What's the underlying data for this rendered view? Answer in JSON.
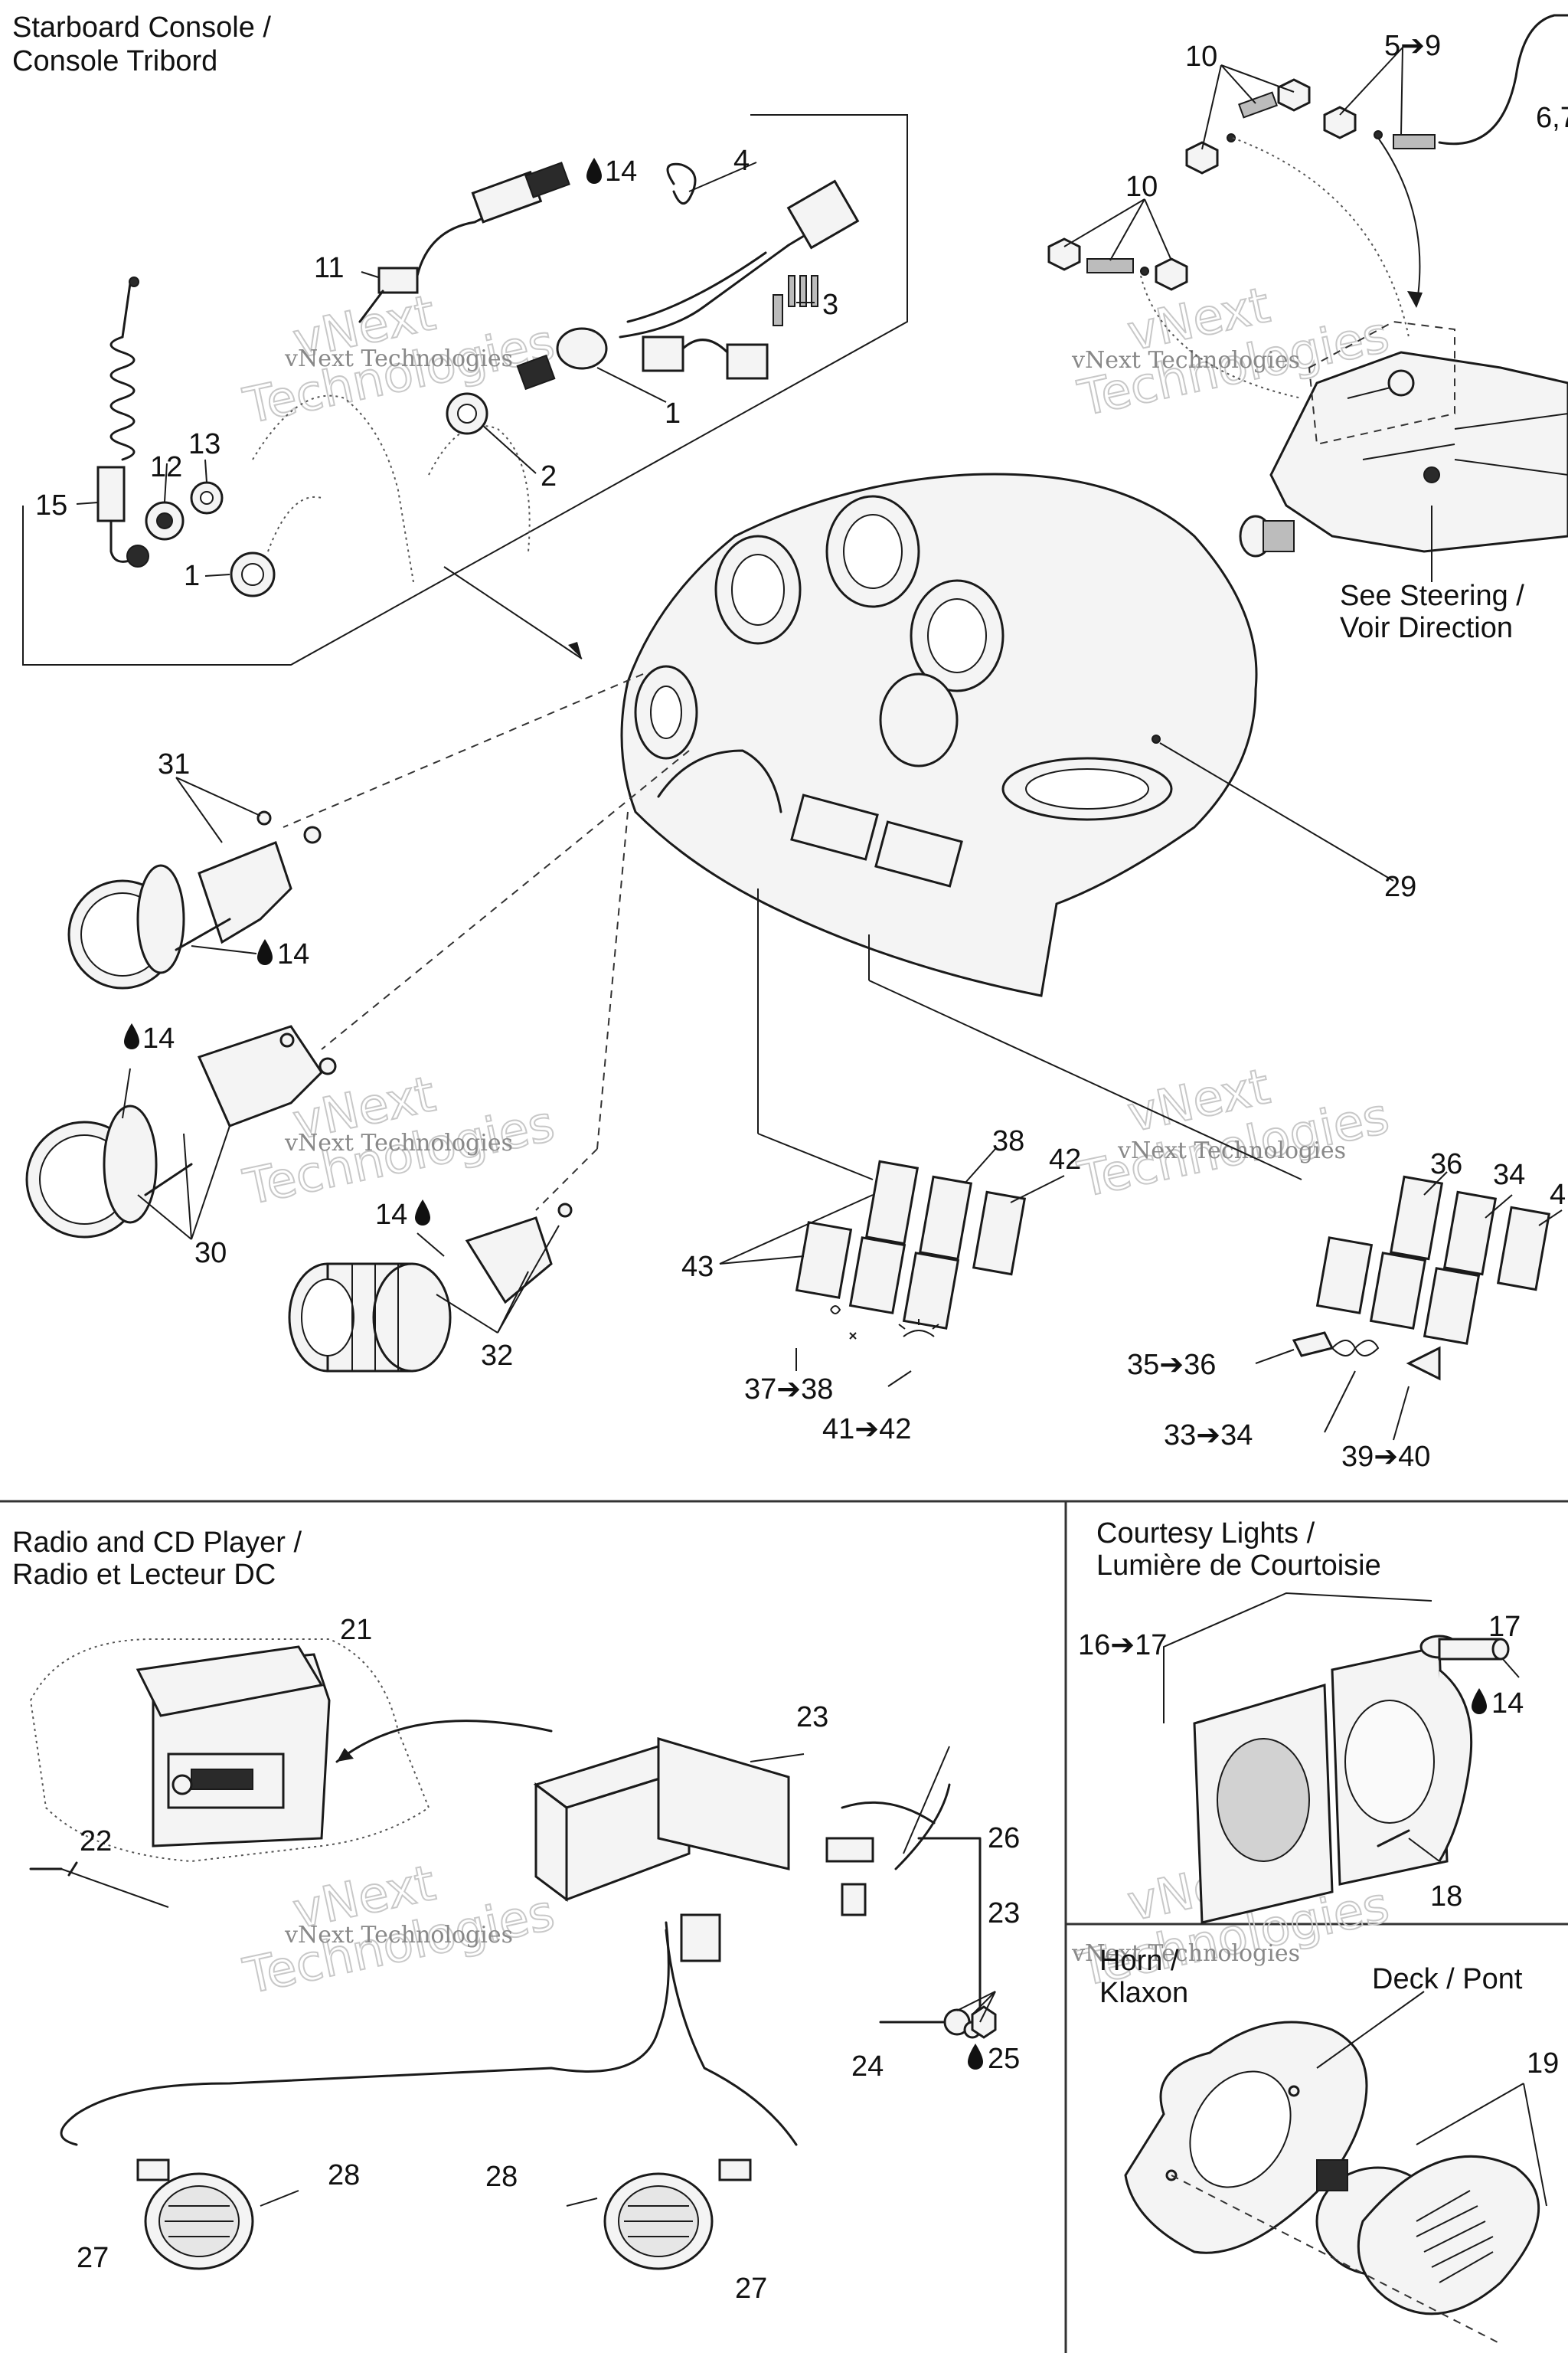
{
  "sections": {
    "starboard_console": {
      "title_line1": "Starboard Console /",
      "title_line2": "Console Tribord"
    },
    "steering_ref": {
      "line1": "See  Steering /",
      "line2": "Voir Direction"
    },
    "radio_cd": {
      "title_line1": "Radio and CD Player /",
      "title_line2": "Radio et Lecteur DC"
    },
    "courtesy_lights": {
      "title_line1": "Courtesy Lights /",
      "title_line2": "Lumière de Courtoisie"
    },
    "horn": {
      "title_line1": "Horn /",
      "title_line2": "Klaxon",
      "deck_label": "Deck / Pont"
    }
  },
  "watermark": {
    "small": "vNext Technologies",
    "big_top": "vNext",
    "big_bottom": "Technologies"
  },
  "callouts": {
    "c1": "1",
    "c1b": "1",
    "c2": "2",
    "c3": "3",
    "c4": "4",
    "c5_9": "5➔9",
    "c6_partial": "6,7",
    "c10a": "10",
    "c10b": "10",
    "c11": "11",
    "c12": "12",
    "c13": "13",
    "c14a": "14",
    "c15": "15",
    "c29": "29",
    "c31": "31",
    "c14b": "14",
    "c14c": "14",
    "c30": "30",
    "c14d": "14",
    "c32": "32",
    "c38": "38",
    "c42": "42",
    "c43": "43",
    "c37_38": "37➔38",
    "c41_42": "41➔42",
    "c36": "36",
    "c34": "34",
    "c4_partial": "4",
    "c35_36": "35➔36",
    "c33_34": "33➔34",
    "c39_40": "39➔40",
    "c21": "21",
    "c22": "22",
    "c23a": "23",
    "c26": "26",
    "c23b": "23",
    "c24": "24",
    "c25": "25",
    "c28a": "28",
    "c28b": "28",
    "c27a": "27",
    "c27b": "27",
    "c16_17": "16➔17",
    "c17": "17",
    "c14e": "14",
    "c18": "18",
    "c19": "19"
  }
}
